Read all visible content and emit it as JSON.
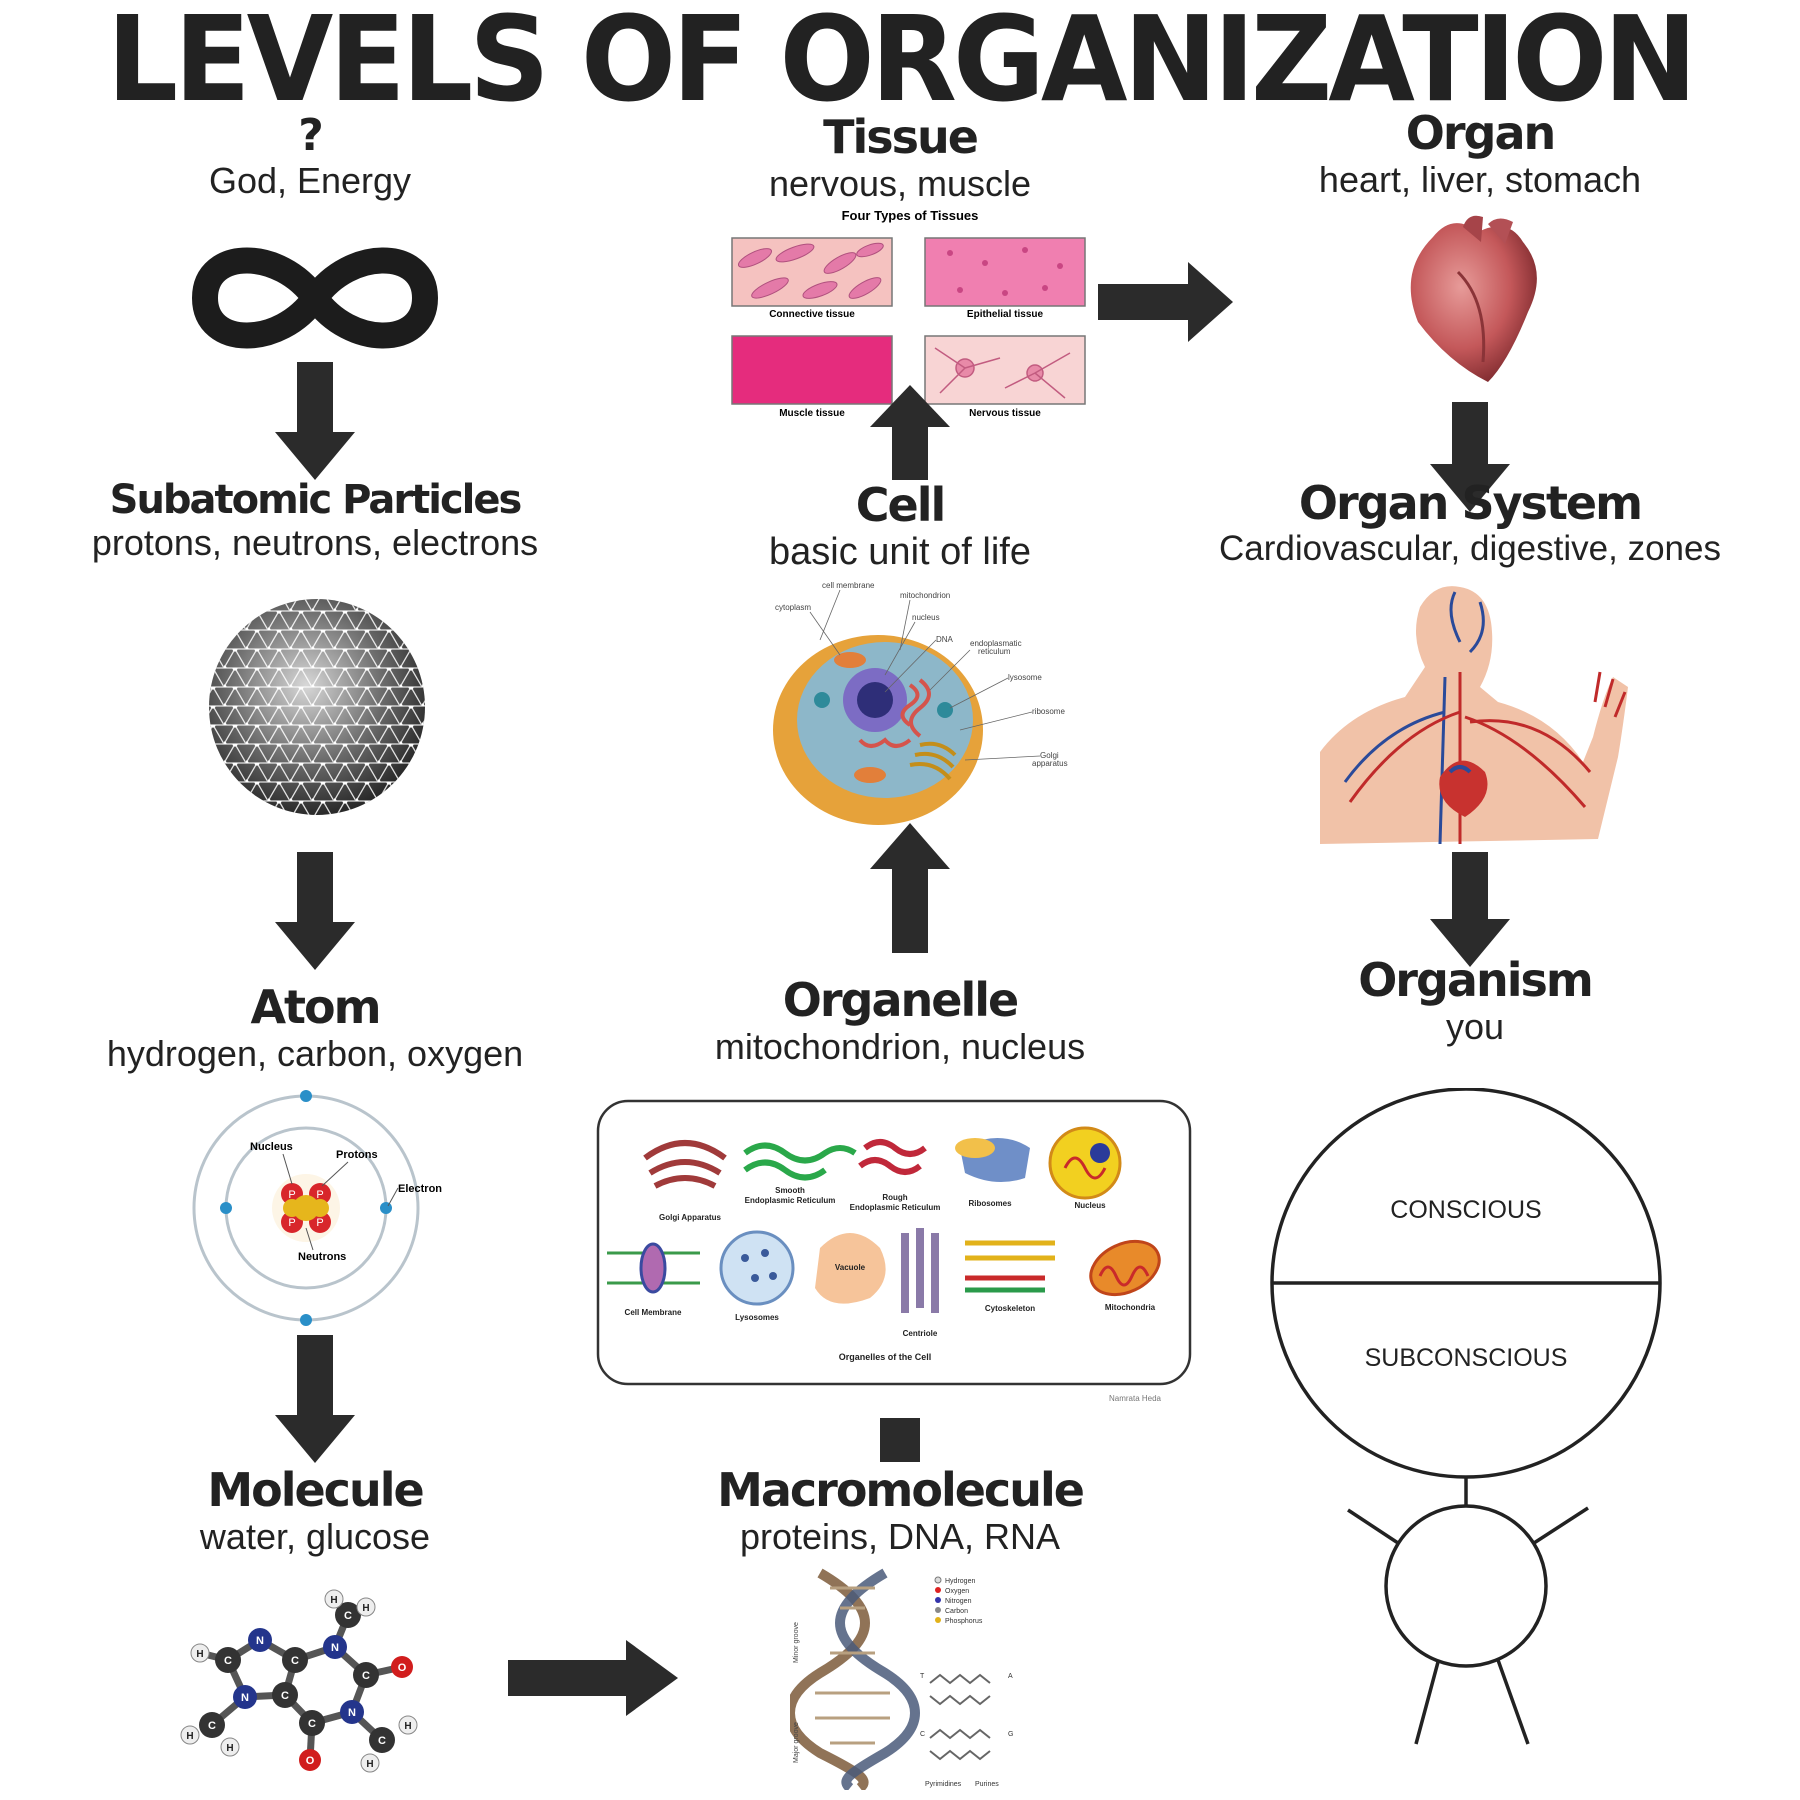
{
  "title": "LEVELS OF ORGANIZATION",
  "levels": {
    "source": {
      "heading": "?",
      "examples": "God, Energy",
      "icon": "infinity-icon"
    },
    "subatomic": {
      "heading": "Subatomic Particles",
      "examples": "protons, neutrons, electrons"
    },
    "atom": {
      "heading": "Atom",
      "examples": "hydrogen, carbon, oxygen"
    },
    "molecule": {
      "heading": "Molecule",
      "examples": "water, glucose"
    },
    "macromolecule": {
      "heading": "Macromolecule",
      "examples": "proteins, DNA, RNA"
    },
    "organelle": {
      "heading": "Organelle",
      "examples": "mitochondrion, nucleus"
    },
    "cell": {
      "heading": "Cell",
      "examples": "basic unit of life"
    },
    "tissue": {
      "heading": "Tissue",
      "examples": "nervous, muscle"
    },
    "organ": {
      "heading": "Organ",
      "examples": "heart, liver, stomach"
    },
    "organ_system": {
      "heading": "Organ System",
      "examples": "Cardiovascular, digestive, zones"
    },
    "organism": {
      "heading": "Organism",
      "examples": "you"
    }
  },
  "tissue_figure": {
    "title": "Four Types of Tissues",
    "labels": [
      "Connective tissue",
      "Epithelial tissue",
      "Muscle tissue",
      "Nervous tissue"
    ]
  },
  "cell_figure": {
    "labels": [
      "cell membrane",
      "mitochondrion",
      "cytoplasm",
      "nucleus",
      "DNA",
      "endoplasmatic",
      "reticulum",
      "lysosome",
      "ribosome",
      "Golgi",
      "apparatus"
    ]
  },
  "atom_figure": {
    "labels": [
      "Nucleus",
      "Protons",
      "Electron",
      "Neutrons"
    ],
    "proton_symbol": "P"
  },
  "organelle_figure": {
    "labels": [
      "Golgi Apparatus",
      "Smooth",
      "Endoplasmic Reticulum",
      "Rough",
      "Endoplasmic Reticulum",
      "Ribosomes",
      "Nucleus",
      "Cell Membrane",
      "Lysosomes",
      "Vacuole",
      "Centriole",
      "Cytoskeleton",
      "Mitochondria"
    ],
    "caption": "Organelles of the Cell",
    "credit": "Namrata Heda"
  },
  "dna_figure": {
    "legend": [
      "Hydrogen",
      "Oxygen",
      "Nitrogen",
      "Carbon",
      "Phosphorus"
    ],
    "groove_labels": [
      "Minor groove",
      "Major groove"
    ],
    "base_labels": [
      "Pyrimidines",
      "Purines"
    ],
    "letters": [
      "T",
      "A",
      "C",
      "G"
    ]
  },
  "molecule_figure": {
    "atoms": [
      "H",
      "N",
      "C",
      "O"
    ]
  },
  "mind_figure": {
    "top": "CONSCIOUS",
    "bottom": "SUBCONSCIOUS"
  },
  "colors": {
    "arrow": "#2b2b2b",
    "text": "#222222"
  }
}
